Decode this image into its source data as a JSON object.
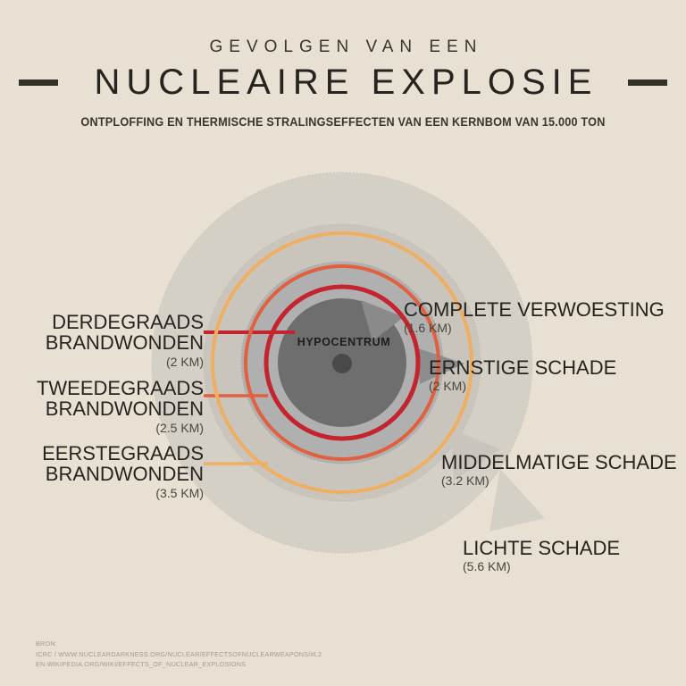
{
  "page": {
    "background_color": "#e8e0d2",
    "text_color": "#262320"
  },
  "header": {
    "kicker": "GEVOLGEN VAN EEN",
    "title": "NUCLEAIRE EXPLOSIE",
    "subtitle": "ONTPLOFFING EN THERMISCHE STRALINGSEFFECTEN VAN EEN KERNBOM VAN 15.000 TON"
  },
  "diagram": {
    "center_label": "HYPOCENTRUM",
    "labels_left": [
      {
        "line1": "DERDEGRAADS",
        "line2": "BRANDWONDEN",
        "distance": "(2 KM)",
        "color": "#c4242e"
      },
      {
        "line1": "TWEEDEGRAADS",
        "line2": "BRANDWONDEN",
        "distance": "(2.5 KM)",
        "color": "#e0603f"
      },
      {
        "line1": "EERSTEGRAADS",
        "line2": "BRANDWONDEN",
        "distance": "(3.5 KM)",
        "color": "#efaf63"
      }
    ],
    "labels_right": [
      {
        "title": "COMPLETE VERWOESTING",
        "distance": "(1.6 KM)"
      },
      {
        "title": "ERNSTIGE SCHADE",
        "distance": "(2 KM)"
      },
      {
        "title": "MIDDELMATIGE SCHADE",
        "distance": "(3.2 KM)"
      },
      {
        "title": "LICHTE SCHADE",
        "distance": "(5.6 KM)"
      }
    ],
    "zone_colors": {
      "light_damage": "#d5d0c6",
      "moderate_damage": "#c9c5bc",
      "severe_damage": "#b0b0b0",
      "complete_destruction": "#6e6e6e",
      "hypocenter_dot": "#4a4a4a",
      "pointer": "#8a8a8a"
    },
    "ring_colors": {
      "third_degree_burns": "#c4242e",
      "second_degree_burns": "#e0603f",
      "first_degree_burns": "#efaf63"
    }
  },
  "chart_data": {
    "type": "concentric-radii",
    "title": "Ontploffing en thermische stralingseffecten van een kernbom van 15.000 ton",
    "unit": "km",
    "center": "HYPOCENTRUM",
    "series": [
      {
        "name": "COMPLETE VERWOESTING",
        "radius_km": 1.6,
        "kind": "blast",
        "color": "#6e6e6e"
      },
      {
        "name": "DERDEGRAADS BRANDWONDEN",
        "radius_km": 2.0,
        "kind": "burn",
        "color": "#c4242e"
      },
      {
        "name": "ERNSTIGE SCHADE",
        "radius_km": 2.0,
        "kind": "blast",
        "color": "#b0b0b0"
      },
      {
        "name": "TWEEDEGRAADS BRANDWONDEN",
        "radius_km": 2.5,
        "kind": "burn",
        "color": "#e0603f"
      },
      {
        "name": "MIDDELMATIGE SCHADE",
        "radius_km": 3.2,
        "kind": "blast",
        "color": "#c9c5bc"
      },
      {
        "name": "EERSTEGRAADS BRANDWONDEN",
        "radius_km": 3.5,
        "kind": "burn",
        "color": "#efaf63"
      },
      {
        "name": "LICHTE SCHADE",
        "radius_km": 5.6,
        "kind": "blast",
        "color": "#d5d0c6"
      }
    ]
  },
  "source": {
    "heading": "BRON:",
    "line1": "ICRC / WWW.NUCLEARDARKNESS.ORG/NUCLEAR/EFFECTSOFNUCLEARWEAPONS/#L2",
    "line2": "EN.WIKIPEDIA.ORG/WIKI/EFFECTS_OF_NUCLEAR_EXPLOSIONS"
  }
}
